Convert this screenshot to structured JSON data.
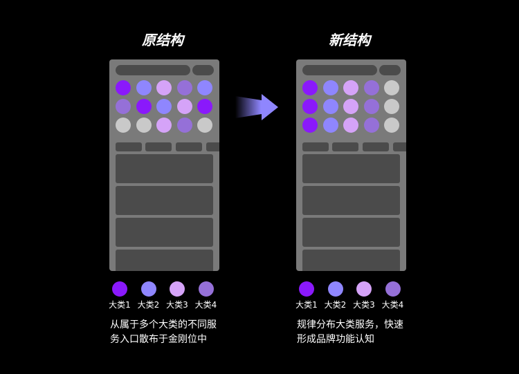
{
  "colors": {
    "cat1": "#8a19fb",
    "cat2": "#8f86fe",
    "cat3": "#d5a3f8",
    "cat4": "#9570d8",
    "neutral": "#c9c9c9"
  },
  "left": {
    "title": "原结构",
    "grid": [
      [
        "cat1",
        "cat2",
        "cat3",
        "cat4",
        "cat2"
      ],
      [
        "cat4",
        "cat1",
        "cat2",
        "cat3",
        "cat1"
      ],
      [
        "neutral",
        "neutral",
        "cat3",
        "cat4",
        "neutral"
      ]
    ],
    "legend": [
      "大类1",
      "大类2",
      "大类3",
      "大类4"
    ],
    "description_line1": "从属于多个大类的不同服",
    "description_line2": "务入口散布于金刚位中"
  },
  "right": {
    "title": "新结构",
    "grid": [
      [
        "cat1",
        "cat2",
        "cat3",
        "cat4",
        "neutral"
      ],
      [
        "cat1",
        "cat2",
        "cat3",
        "cat4",
        "neutral"
      ],
      [
        "cat1",
        "cat2",
        "cat3",
        "cat4",
        "neutral"
      ]
    ],
    "legend": [
      "大类1",
      "大类2",
      "大类3",
      "大类4"
    ],
    "description_line1": "规律分布大类服务，快速",
    "description_line2": "形成品牌功能认知"
  },
  "arrow": {
    "icon": "arrow-right-icon",
    "color": "#8f86fe"
  }
}
